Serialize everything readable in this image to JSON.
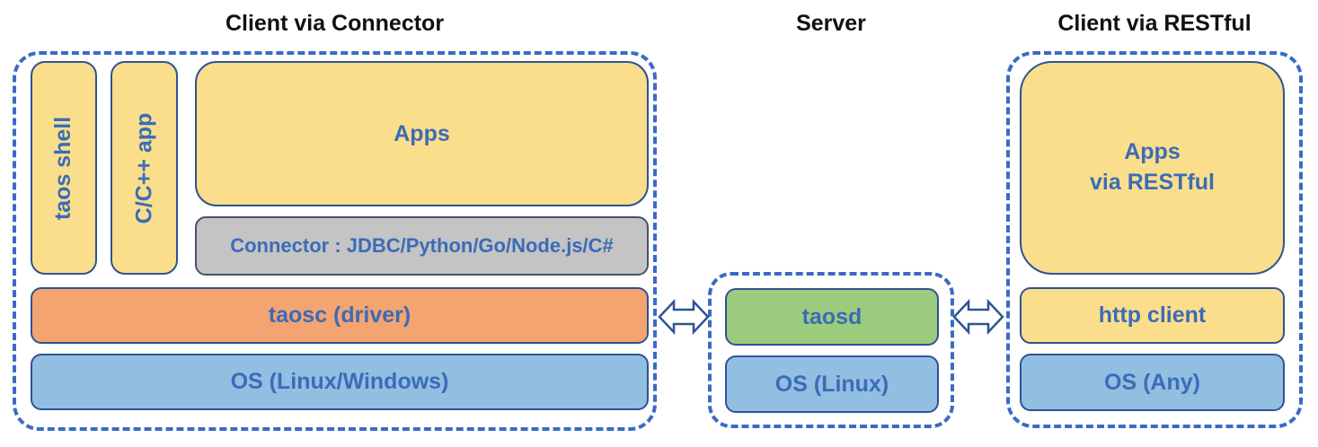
{
  "sections": {
    "connector_client": {
      "title": "Client via Connector",
      "taos_shell": "taos shell",
      "cpp_app": "C/C++ app",
      "apps": "Apps",
      "connector": "Connector : JDBC/Python/Go/Node.js/C#",
      "taosc": "taosc (driver)",
      "os": "OS (Linux/Windows)"
    },
    "server": {
      "title": "Server",
      "taosd": "taosd",
      "os": "OS (Linux)"
    },
    "restful_client": {
      "title": "Client via RESTful",
      "apps": "Apps\nvia RESTful",
      "http_client": "http client",
      "os": "OS (Any)"
    }
  },
  "icons": {
    "bidirectional_arrow": "hollow double-headed horizontal arrow"
  },
  "colors": {
    "app_yellow": "#FBDE8B",
    "driver_orange": "#F4A470",
    "os_blue": "#92BEE2",
    "server_green": "#9CCB7E",
    "connector_gray": "#C4C4C4",
    "box_border": "#2E5395",
    "gray_box_border": "#44546A",
    "dashed_border": "#3A6BC5",
    "label_text": "#3A6CB8",
    "title_text": "#111111"
  }
}
